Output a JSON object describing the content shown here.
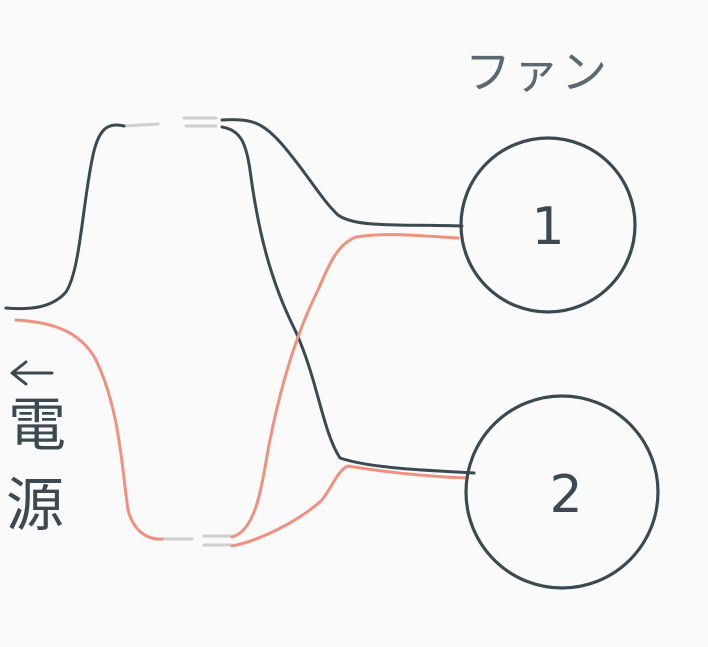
{
  "diagram": {
    "fan_title": "ファン",
    "power_label_line1": "電",
    "power_label_line2": "源",
    "fans": [
      {
        "label": "1"
      },
      {
        "label": "2"
      }
    ],
    "colors": {
      "negative_wire": "#3b4a52",
      "positive_wire": "#f0917f",
      "connector": "#cfcfcf",
      "background": "#fafafa"
    }
  }
}
